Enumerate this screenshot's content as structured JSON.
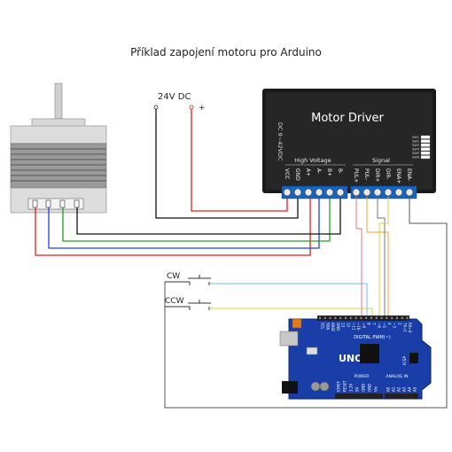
{
  "title": "Příklad zapojení motoru pro Arduino",
  "power": {
    "label": "24V DC",
    "minus": "-",
    "plus": "+"
  },
  "driver": {
    "title": "Motor Driver",
    "voltage_range": "DC 9~42VDC",
    "high_voltage_label": "High Voltage",
    "signal_label": "Signal",
    "high_voltage_pins": [
      "VCC",
      "GND",
      "A+",
      "A-",
      "B+",
      "B-"
    ],
    "signal_pins": [
      "PUL+",
      "PUL-",
      "DIR+",
      "DIR-",
      "ENA+",
      "ENA-"
    ],
    "dip_labels": [
      "SW1",
      "SW2",
      "SW3",
      "SW4",
      "SW5",
      "SW6"
    ]
  },
  "switches": {
    "cw": "CW",
    "ccw": "CCW"
  },
  "arduino": {
    "name": "UNO",
    "digital_label": "DIGITAL PWM(~)",
    "power_label": "POWER",
    "analog_label": "ANALOG IN",
    "icsp_label": "ICSP",
    "top_pins": [
      "SCL",
      "SDA",
      "AREF",
      "GND",
      "13",
      "12",
      "~11",
      "~10",
      "~9",
      "8",
      "7",
      "~6",
      "~5",
      "4",
      "~3",
      "2",
      "TX→1",
      "RX←0"
    ],
    "power_pins": [
      "IOREF",
      "RESET",
      "3.3V",
      "5V",
      "GND",
      "GND",
      "Vin"
    ],
    "analog_pins": [
      "A0",
      "A1",
      "A2",
      "A3",
      "A4",
      "A5"
    ]
  },
  "colors": {
    "driver_body": "#1a1a1a",
    "terminal": "#1565c0",
    "arduino_blue": "#1a3ea8",
    "wire_red": "#e02020",
    "wire_blue": "#2040e0",
    "wire_green": "#20a020",
    "wire_black": "#111111",
    "wire_orange": "#f0a030",
    "wire_yellow": "#d8d040",
    "wire_cyan": "#70b8e0",
    "wire_pink": "#e07080",
    "wire_gray": "#555555"
  }
}
